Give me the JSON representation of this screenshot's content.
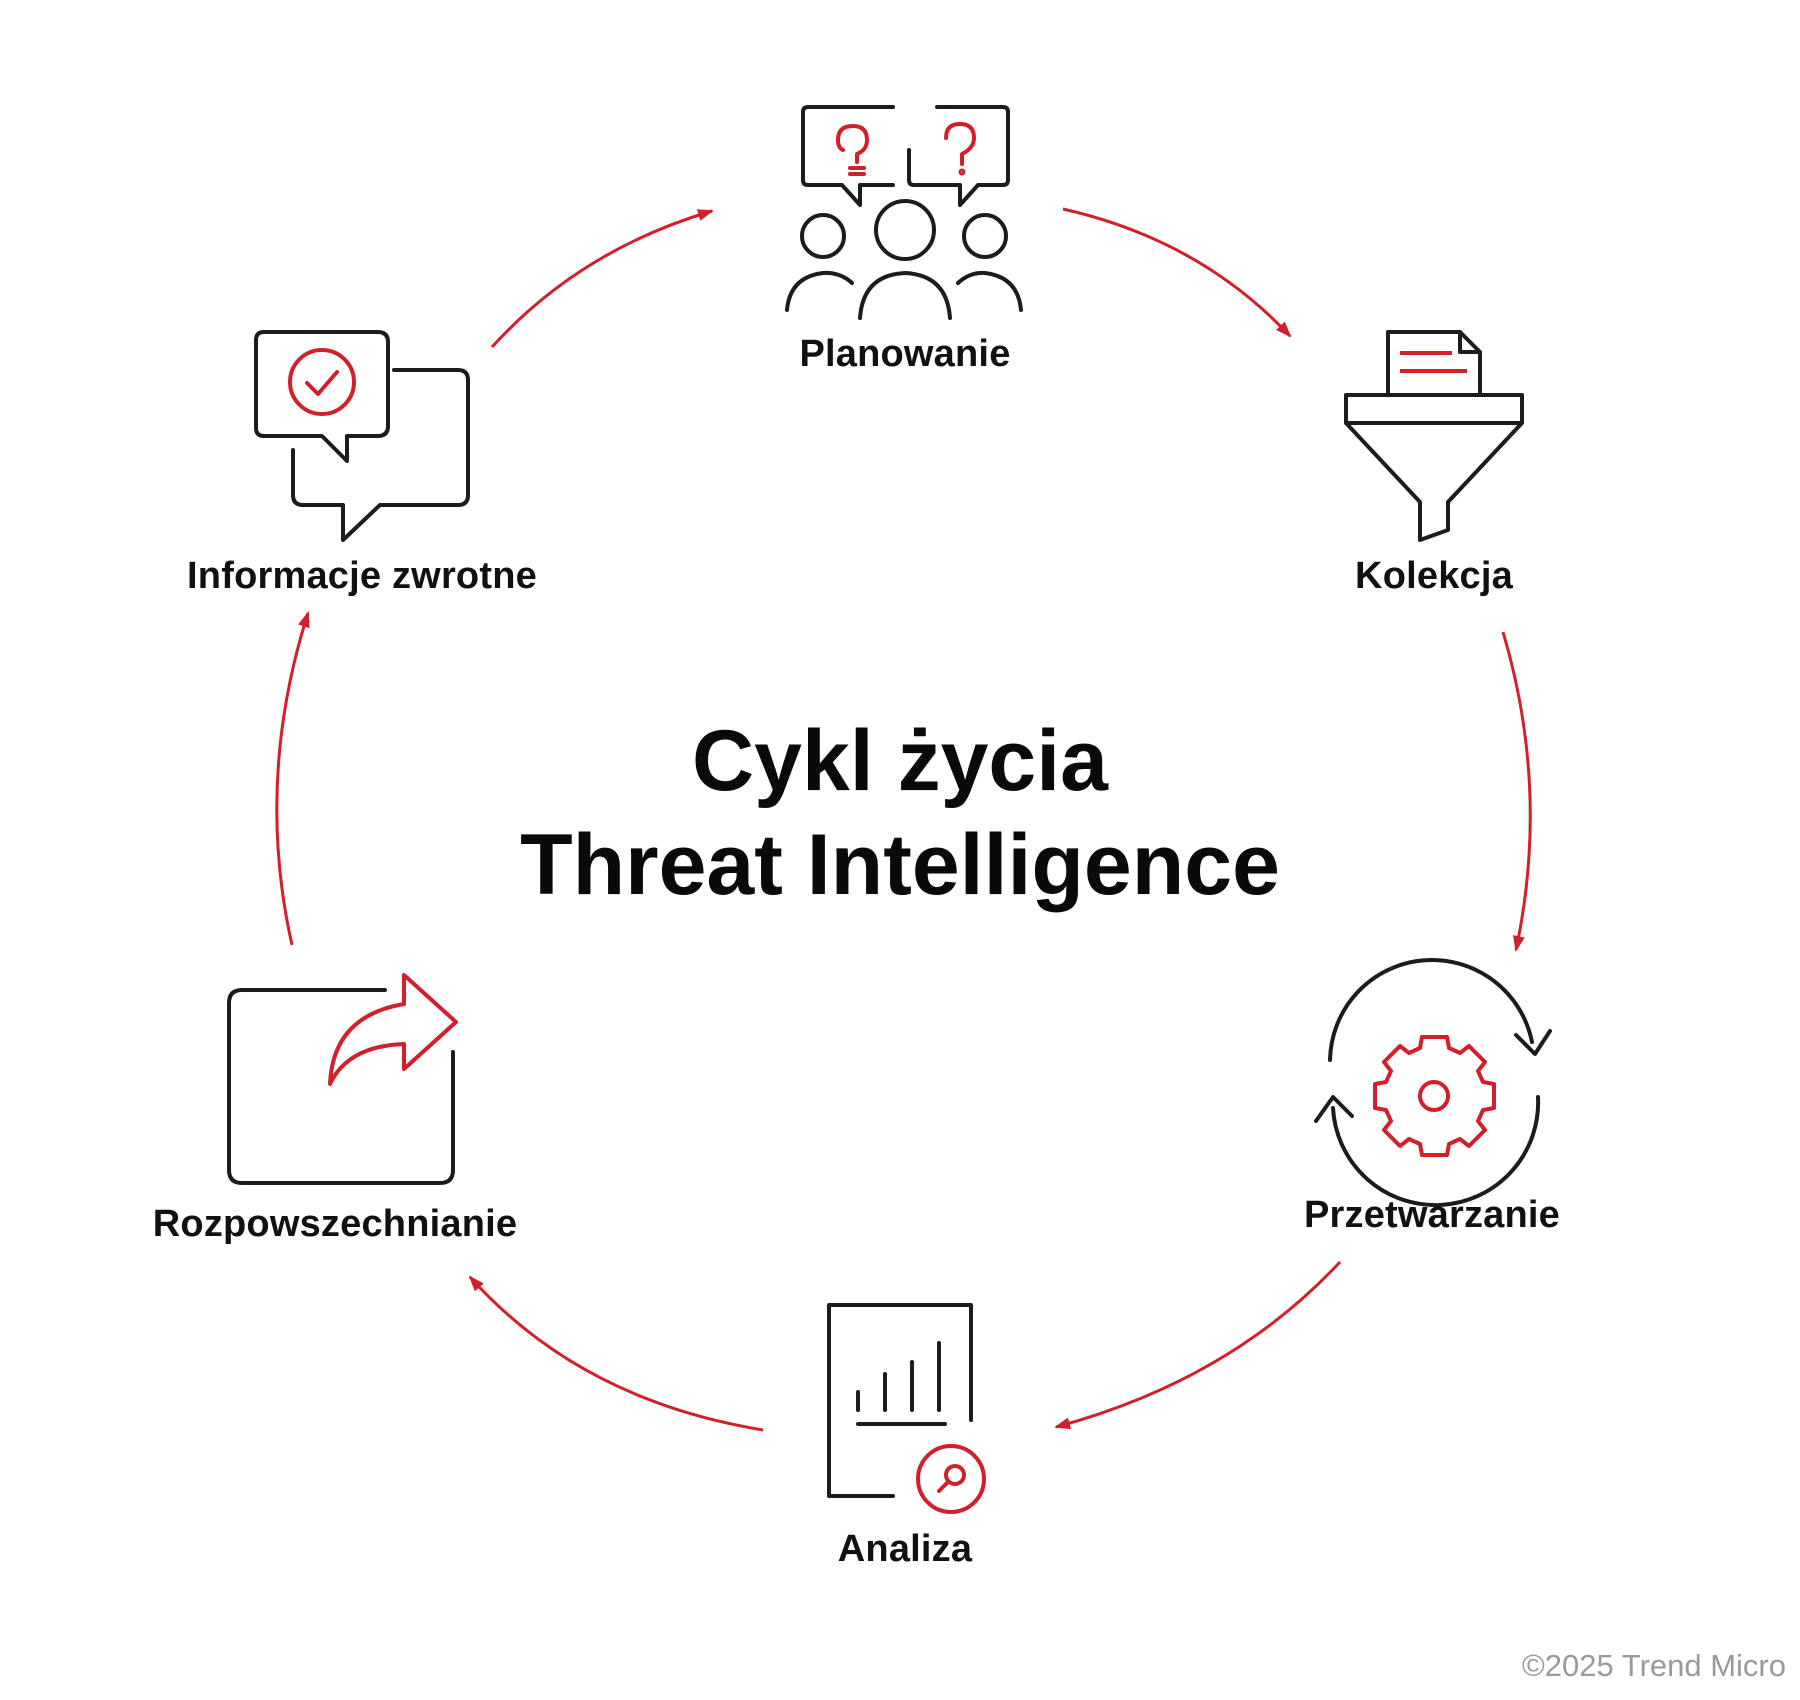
{
  "title": {
    "line1": "Cykl życia",
    "line2": "Threat Intelligence"
  },
  "stages": [
    {
      "label": "Planowanie",
      "icon": "team-questions-icon"
    },
    {
      "label": "Kolekcja",
      "icon": "funnel-document-icon"
    },
    {
      "label": "Przetwarzanie",
      "icon": "gear-cycle-icon"
    },
    {
      "label": "Analiza",
      "icon": "report-chart-magnifier-icon"
    },
    {
      "label": "Rozpowszechnianie",
      "icon": "share-arrow-icon"
    },
    {
      "label": "Informacje zwrotne",
      "icon": "chat-check-icon"
    }
  ],
  "copyright": "©2025 Trend Micro",
  "colors": {
    "accent": "#d11f2c",
    "ink": "#1c1c1c",
    "muted": "#9a9a9a"
  }
}
